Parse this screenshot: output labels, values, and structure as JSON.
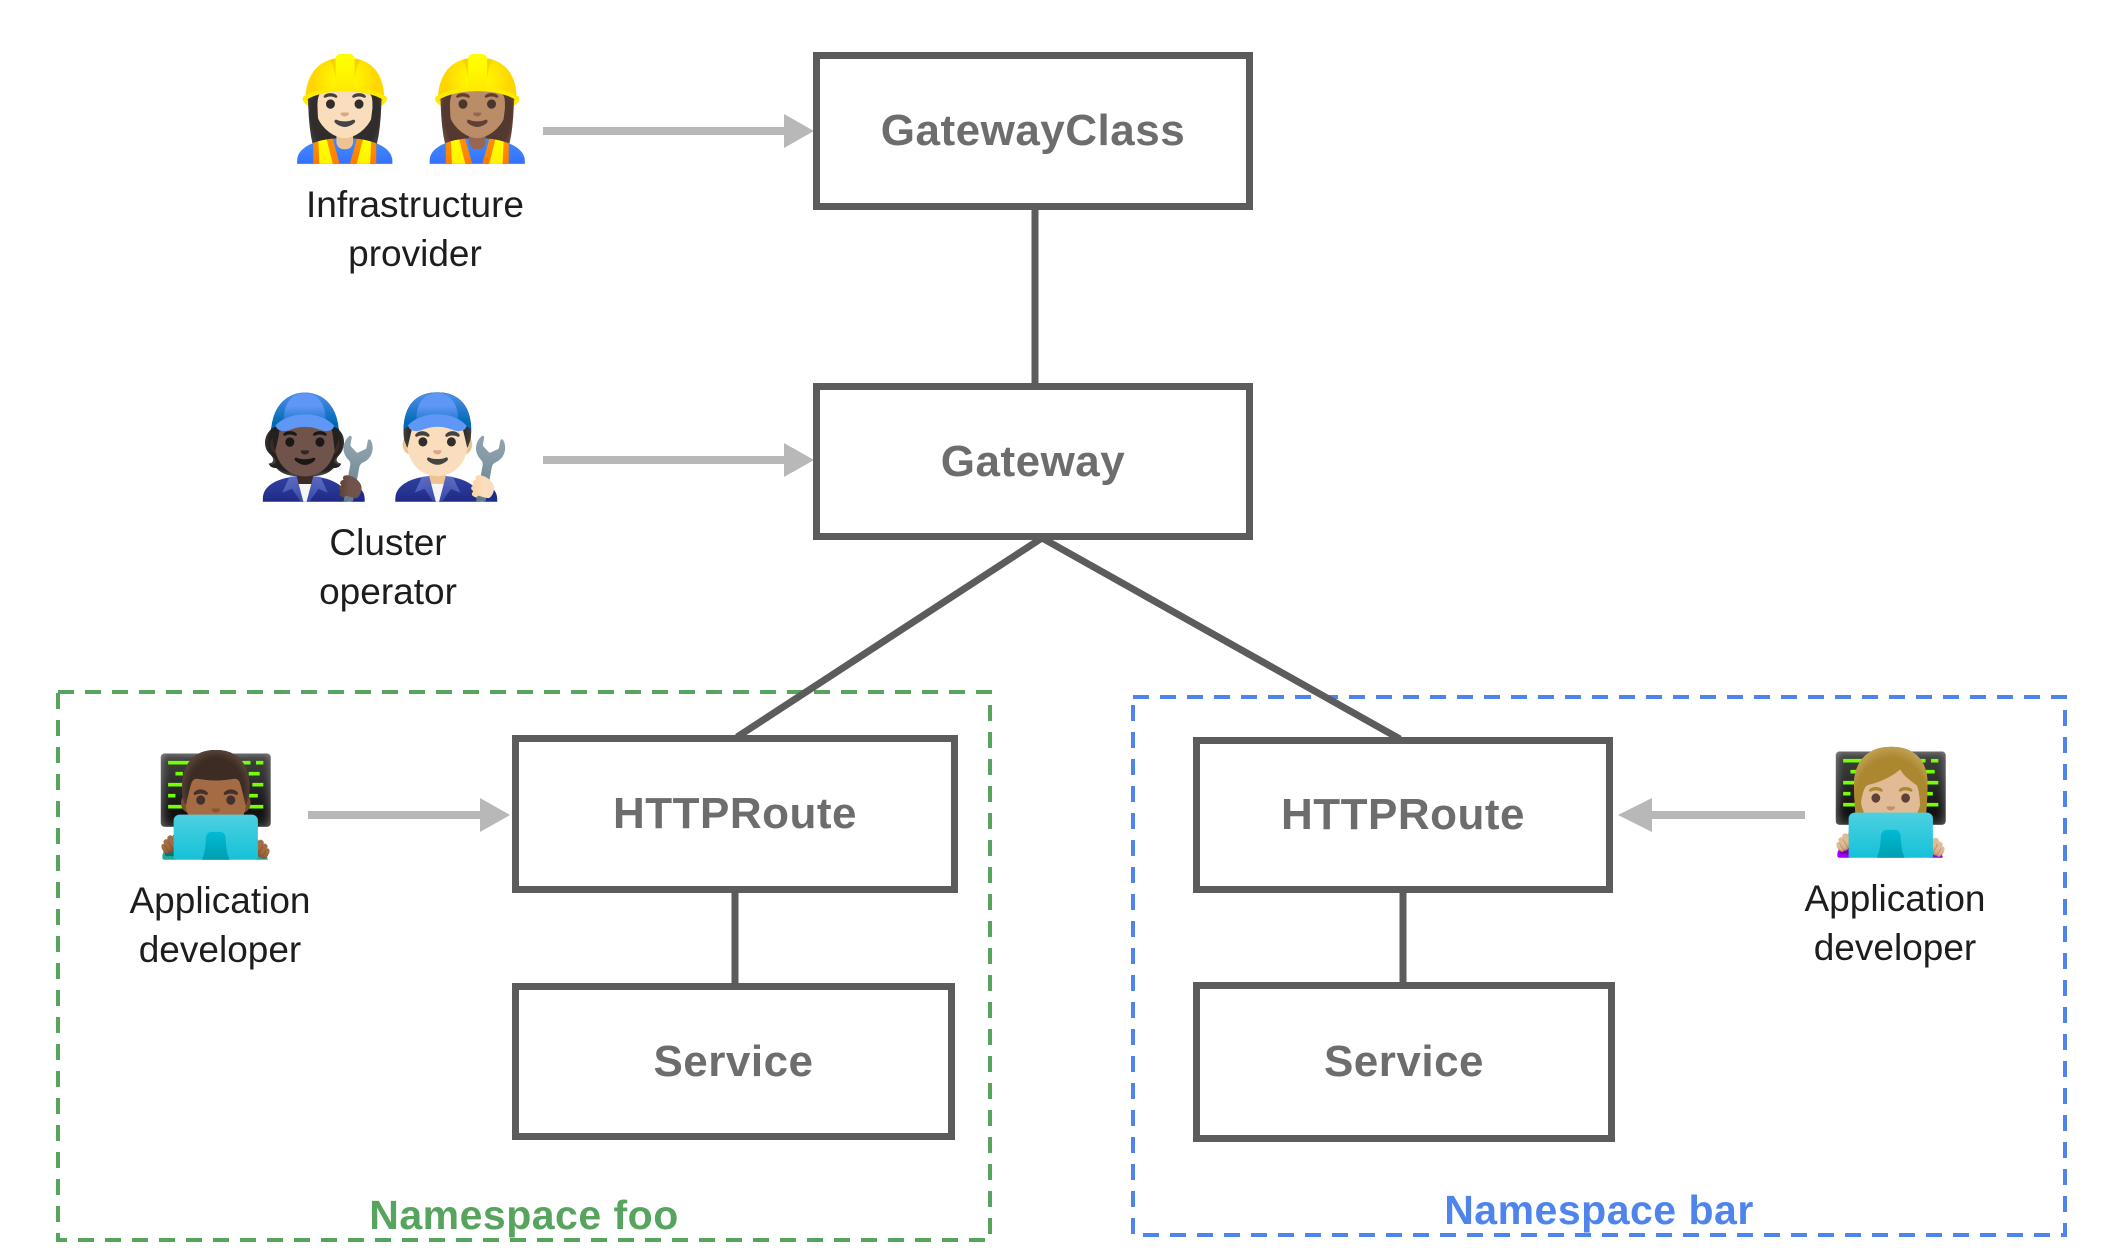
{
  "diagram": {
    "title_hint": "Kubernetes Gateway API resource model",
    "nodes": {
      "gateway_class": {
        "label": "GatewayClass"
      },
      "gateway": {
        "label": "Gateway"
      },
      "httproute_foo": {
        "label": "HTTPRoute"
      },
      "service_foo": {
        "label": "Service"
      },
      "httproute_bar": {
        "label": "HTTPRoute"
      },
      "service_bar": {
        "label": "Service"
      }
    },
    "namespaces": {
      "foo": {
        "label": "Namespace foo",
        "color": "#56a45d"
      },
      "bar": {
        "label": "Namespace bar",
        "color": "#4e84ec"
      }
    },
    "personas": {
      "infrastructure_provider": {
        "emoji": "👷🏻‍♀️👷🏽‍♀️",
        "emoji_name": "woman-construction-worker-icons",
        "label_line1": "Infrastructure",
        "label_line2": "provider"
      },
      "cluster_operator": {
        "emoji": "🧑🏿‍🔧👨🏻‍🔧",
        "emoji_name": "mechanic-icons",
        "label_line1": "Cluster",
        "label_line2": "operator"
      },
      "app_developer_foo": {
        "emoji": "👨🏾‍💻",
        "emoji_name": "man-technologist-icon",
        "label_line1": "Application",
        "label_line2": "developer"
      },
      "app_developer_bar": {
        "emoji": "👩🏼‍💻",
        "emoji_name": "woman-technologist-icon",
        "label_line1": "Application",
        "label_line2": "developer"
      }
    },
    "edges": [
      {
        "from": "gateway_class",
        "to": "gateway",
        "style": "solid-gray"
      },
      {
        "from": "gateway",
        "to": "httproute_foo",
        "style": "solid-gray"
      },
      {
        "from": "gateway",
        "to": "httproute_bar",
        "style": "solid-gray"
      },
      {
        "from": "httproute_foo",
        "to": "service_foo",
        "style": "solid-gray"
      },
      {
        "from": "httproute_bar",
        "to": "service_bar",
        "style": "solid-gray"
      },
      {
        "from": "infrastructure_provider",
        "to": "gateway_class",
        "style": "light-gray-arrow"
      },
      {
        "from": "cluster_operator",
        "to": "gateway",
        "style": "light-gray-arrow"
      },
      {
        "from": "app_developer_foo",
        "to": "httproute_foo",
        "style": "light-gray-arrow"
      },
      {
        "from": "app_developer_bar",
        "to": "httproute_bar",
        "style": "light-gray-arrow"
      }
    ],
    "colors": {
      "box_border": "#5c5c5c",
      "box_text": "#6d6d6d",
      "connector": "#5c5c5c",
      "arrow": "#b8b8b8",
      "background": "#ffffff",
      "persona_text": "#1d1d1f"
    }
  }
}
